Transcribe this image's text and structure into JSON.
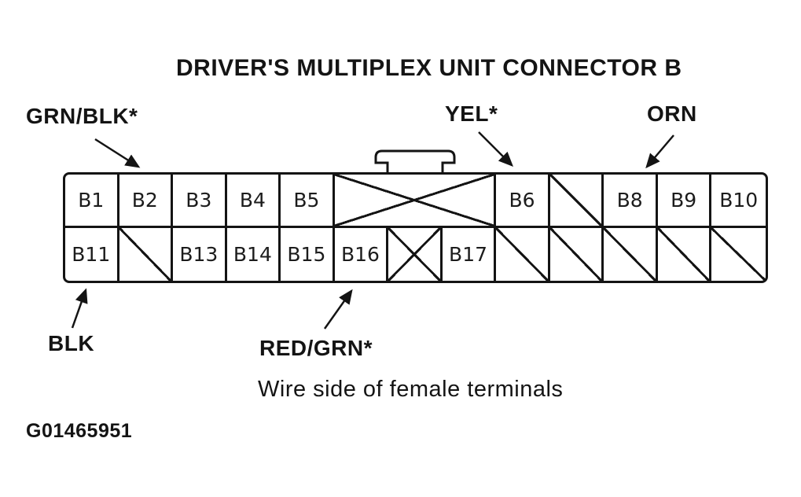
{
  "title": "DRIVER'S MULTIPLEX UNIT CONNECTOR B",
  "wire_labels": [
    {
      "label": "GRN/BLK*",
      "points_to": "B2"
    },
    {
      "label": "YEL*",
      "points_to": "B6"
    },
    {
      "label": "ORN",
      "points_to": "B8"
    },
    {
      "label": "BLK",
      "points_to": "B11"
    },
    {
      "label": "RED/GRN*",
      "points_to": "B16"
    }
  ],
  "connector": {
    "top_row": [
      {
        "type": "pin",
        "label": "B1"
      },
      {
        "type": "pin",
        "label": "B2"
      },
      {
        "type": "pin",
        "label": "B3"
      },
      {
        "type": "pin",
        "label": "B4"
      },
      {
        "type": "pin",
        "label": "B5"
      },
      {
        "type": "blocked-x",
        "span": 3
      },
      {
        "type": "pin",
        "label": "B6"
      },
      {
        "type": "blocked-slash"
      },
      {
        "type": "pin",
        "label": "B8"
      },
      {
        "type": "pin",
        "label": "B9"
      },
      {
        "type": "pin",
        "label": "B10"
      }
    ],
    "bottom_row": [
      {
        "type": "pin",
        "label": "B11"
      },
      {
        "type": "blocked-slash"
      },
      {
        "type": "pin",
        "label": "B13"
      },
      {
        "type": "pin",
        "label": "B14"
      },
      {
        "type": "pin",
        "label": "B15"
      },
      {
        "type": "pin",
        "label": "B16"
      },
      {
        "type": "blocked-x"
      },
      {
        "type": "pin",
        "label": "B17"
      },
      {
        "type": "blocked-slash"
      },
      {
        "type": "blocked-slash"
      },
      {
        "type": "blocked-slash"
      },
      {
        "type": "blocked-slash"
      },
      {
        "type": "blocked-slash"
      }
    ]
  },
  "caption": "Wire side of female terminals",
  "figure_id": "G01465951",
  "colors": {
    "ink": "#141414",
    "background": "#ffffff"
  }
}
